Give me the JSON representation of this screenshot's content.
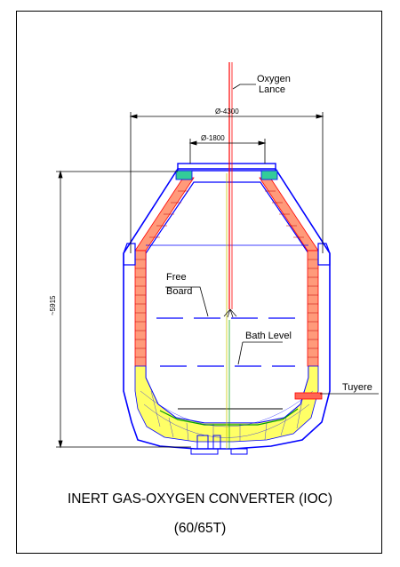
{
  "colors": {
    "outline": "#0000ff",
    "dimension": "#000000",
    "refractory": "#ff0000",
    "lining": "#ffff00",
    "lance": "#ff0000",
    "tuyere": "#ff0000"
  },
  "labels": {
    "oxygen_lance_line1": "Oxygen",
    "oxygen_lance_line2": "Lance",
    "outer_diameter": "Ø-4300",
    "mouth_diameter": "Ø-1800",
    "height": "~5915",
    "free_board_line1": "Free",
    "free_board_line2": "Board",
    "bath_level": "Bath Level",
    "tuyere": "Tuyere"
  },
  "caption": {
    "title": "INERT GAS-OXYGEN CONVERTER (IOC)",
    "capacity": "(60/65T)"
  }
}
